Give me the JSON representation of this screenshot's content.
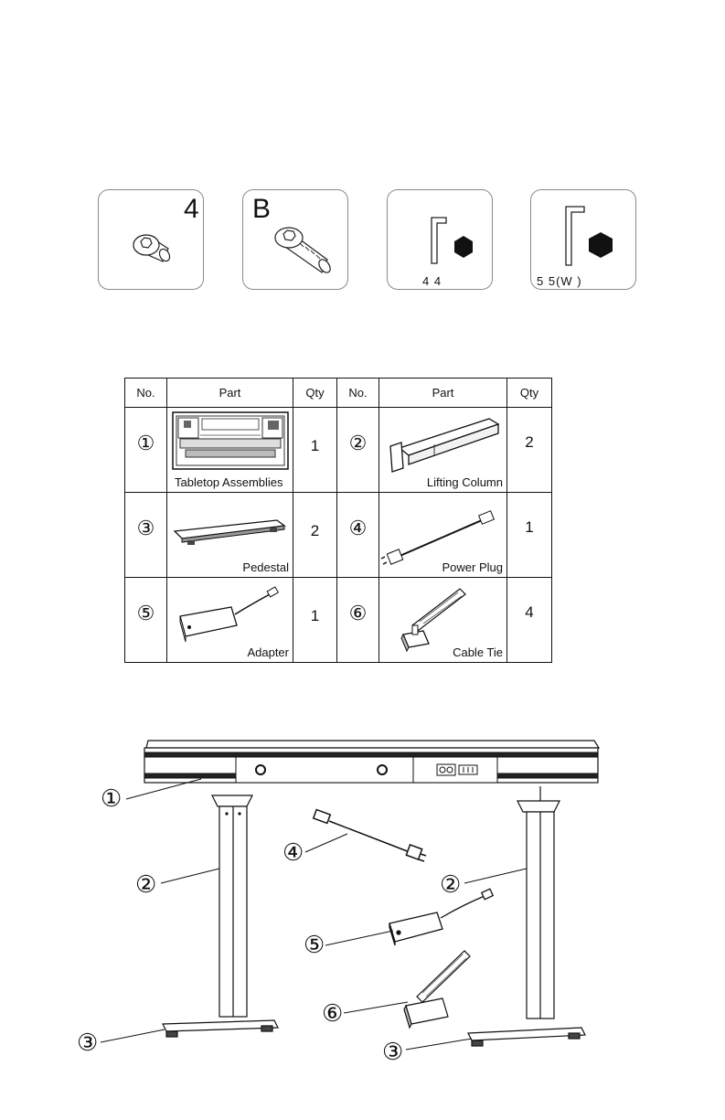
{
  "hardware": [
    {
      "top_text": "4",
      "caption": ""
    },
    {
      "top_text": "B",
      "caption": ""
    },
    {
      "top_text": "",
      "caption": "4  4"
    },
    {
      "top_text": "",
      "caption": "5  5(W          )"
    }
  ],
  "table": {
    "headers": [
      "No.",
      "Part",
      "Qty",
      "No.",
      "Part",
      "Qty"
    ],
    "rows": [
      {
        "left": {
          "no": "①",
          "part": "Tabletop Assemblies",
          "qty": "1"
        },
        "right": {
          "no": "②",
          "part": "Lifting Column",
          "qty": "2"
        }
      },
      {
        "left": {
          "no": "③",
          "part": "Pedestal",
          "qty": "2"
        },
        "right": {
          "no": "④",
          "part": "Power Plug",
          "qty": "1"
        }
      },
      {
        "left": {
          "no": "⑤",
          "part": "Adapter",
          "qty": "1"
        },
        "right": {
          "no": "⑥",
          "part": "Cable Tie",
          "qty": "4"
        }
      }
    ]
  },
  "callouts": [
    "①",
    "②",
    "②",
    "③",
    "③",
    "④",
    "⑤",
    "⑥"
  ]
}
